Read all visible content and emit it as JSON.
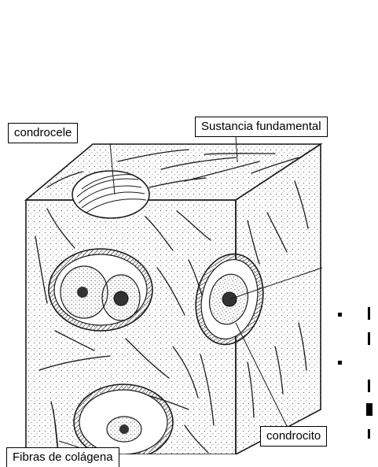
{
  "labels": {
    "condrocele": "condrocele",
    "sustancia": "Sustancia fundamental",
    "condrocito": "condrocito",
    "fibras": "Fibras de colágena"
  },
  "colors": {
    "line": "#1a1a1a",
    "stipple": "#555555",
    "background": "#ffffff"
  }
}
